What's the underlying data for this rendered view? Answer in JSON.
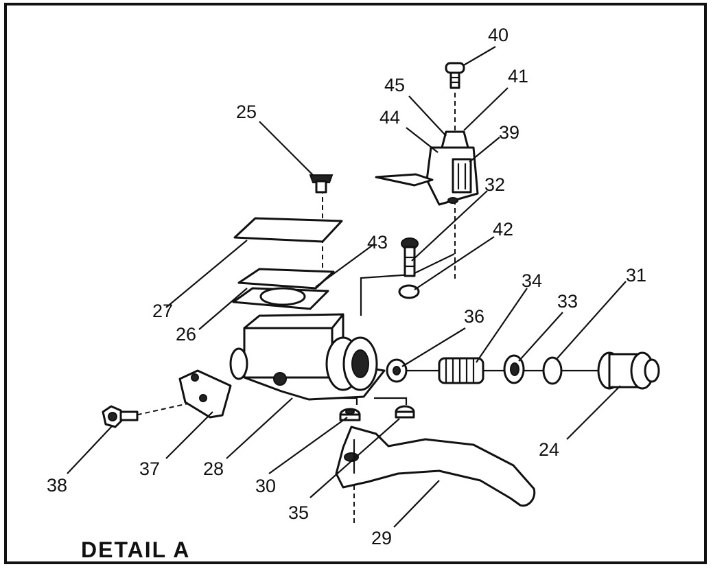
{
  "diagram": {
    "title": "DETAIL A",
    "callouts": [
      "40",
      "41",
      "45",
      "44",
      "39",
      "25",
      "32",
      "43",
      "42",
      "34",
      "33",
      "31",
      "36",
      "27",
      "26",
      "24",
      "38",
      "37",
      "28",
      "30",
      "35",
      "29"
    ]
  }
}
